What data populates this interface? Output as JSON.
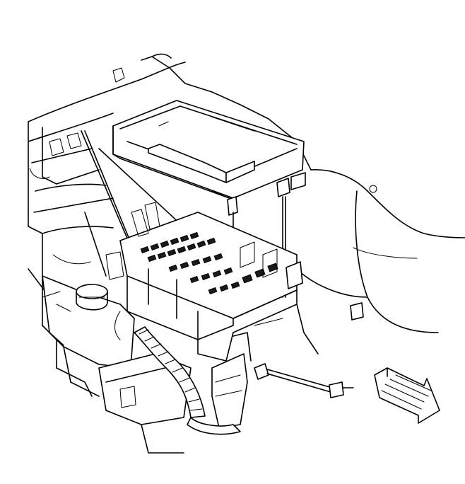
{
  "diagram": {
    "colors": {
      "line": "#000000",
      "background": "#ffffff",
      "fill": "#ffffff"
    },
    "components": [
      {
        "id": "fuse-block-cover",
        "icon": "cover-shape"
      },
      {
        "id": "fuse-block",
        "icon": "fuse-block-shape"
      },
      {
        "id": "coolant-reservoir",
        "icon": "reservoir-shape"
      },
      {
        "id": "wiring-harness",
        "icon": "harness-shape"
      },
      {
        "id": "direction-arrow",
        "icon": "arrow-icon"
      }
    ]
  }
}
